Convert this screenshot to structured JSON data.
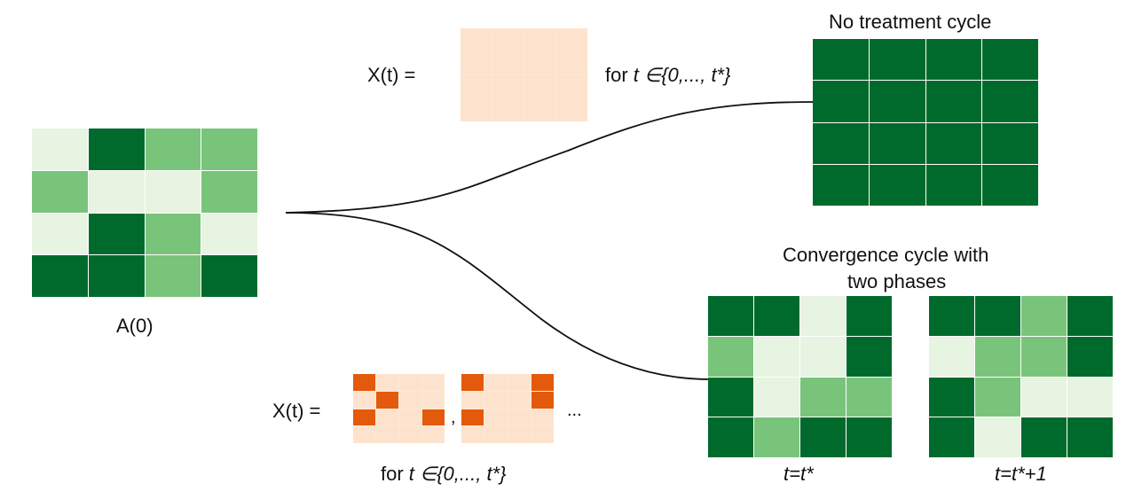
{
  "colors": {
    "dark_green": "#006a2c",
    "medium_green": "#79c47b",
    "light_green": "#e7f4e1",
    "light_peach": "#fde3cd",
    "orange": "#e35a0c",
    "line": "#111111"
  },
  "initial_state": {
    "label": "A(0)",
    "cells": [
      [
        "light_green",
        "dark_green",
        "medium_green",
        "medium_green"
      ],
      [
        "medium_green",
        "light_green",
        "light_green",
        "medium_green"
      ],
      [
        "light_green",
        "dark_green",
        "medium_green",
        "light_green"
      ],
      [
        "dark_green",
        "dark_green",
        "medium_green",
        "dark_green"
      ]
    ]
  },
  "no_treatment": {
    "x_label": "X(t)  =",
    "range_prefix": "for ",
    "range_math": "t ∈{0,..., t*}",
    "x_cells": [
      [
        "light_peach",
        "light_peach",
        "light_peach",
        "light_peach"
      ],
      [
        "light_peach",
        "light_peach",
        "light_peach",
        "light_peach"
      ]
    ],
    "title": "No treatment cycle",
    "result_cells": [
      [
        "dark_green",
        "dark_green",
        "dark_green",
        "dark_green"
      ],
      [
        "dark_green",
        "dark_green",
        "dark_green",
        "dark_green"
      ],
      [
        "dark_green",
        "dark_green",
        "dark_green",
        "dark_green"
      ],
      [
        "dark_green",
        "dark_green",
        "dark_green",
        "dark_green"
      ]
    ]
  },
  "treatment": {
    "x_label": "X(t)  =",
    "separator": ",",
    "ellipsis": "...",
    "range_prefix": "for ",
    "range_math": "t ∈{0,..., t*}",
    "x_matrix_1": [
      [
        "orange",
        "light_peach",
        "light_peach",
        "light_peach"
      ],
      [
        "light_peach",
        "orange",
        "light_peach",
        "light_peach"
      ],
      [
        "orange",
        "light_peach",
        "light_peach",
        "orange"
      ],
      [
        "light_peach",
        "light_peach",
        "light_peach",
        "light_peach"
      ]
    ],
    "x_matrix_2": [
      [
        "orange",
        "light_peach",
        "light_peach",
        "orange"
      ],
      [
        "light_peach",
        "light_peach",
        "light_peach",
        "orange"
      ],
      [
        "orange",
        "light_peach",
        "light_peach",
        "light_peach"
      ],
      [
        "light_peach",
        "light_peach",
        "light_peach",
        "light_peach"
      ]
    ]
  },
  "convergence": {
    "title_line1": "Convergence cycle with",
    "title_line2": "two phases",
    "phase1_label": "t=t*",
    "phase1_cells": [
      [
        "dark_green",
        "dark_green",
        "light_green",
        "dark_green"
      ],
      [
        "medium_green",
        "light_green",
        "light_green",
        "dark_green"
      ],
      [
        "dark_green",
        "light_green",
        "medium_green",
        "medium_green"
      ],
      [
        "dark_green",
        "medium_green",
        "dark_green",
        "dark_green"
      ]
    ],
    "phase2_label": "t=t*+1",
    "phase2_cells": [
      [
        "dark_green",
        "dark_green",
        "medium_green",
        "dark_green"
      ],
      [
        "light_green",
        "medium_green",
        "medium_green",
        "dark_green"
      ],
      [
        "dark_green",
        "medium_green",
        "light_green",
        "light_green"
      ],
      [
        "dark_green",
        "light_green",
        "dark_green",
        "dark_green"
      ]
    ]
  }
}
